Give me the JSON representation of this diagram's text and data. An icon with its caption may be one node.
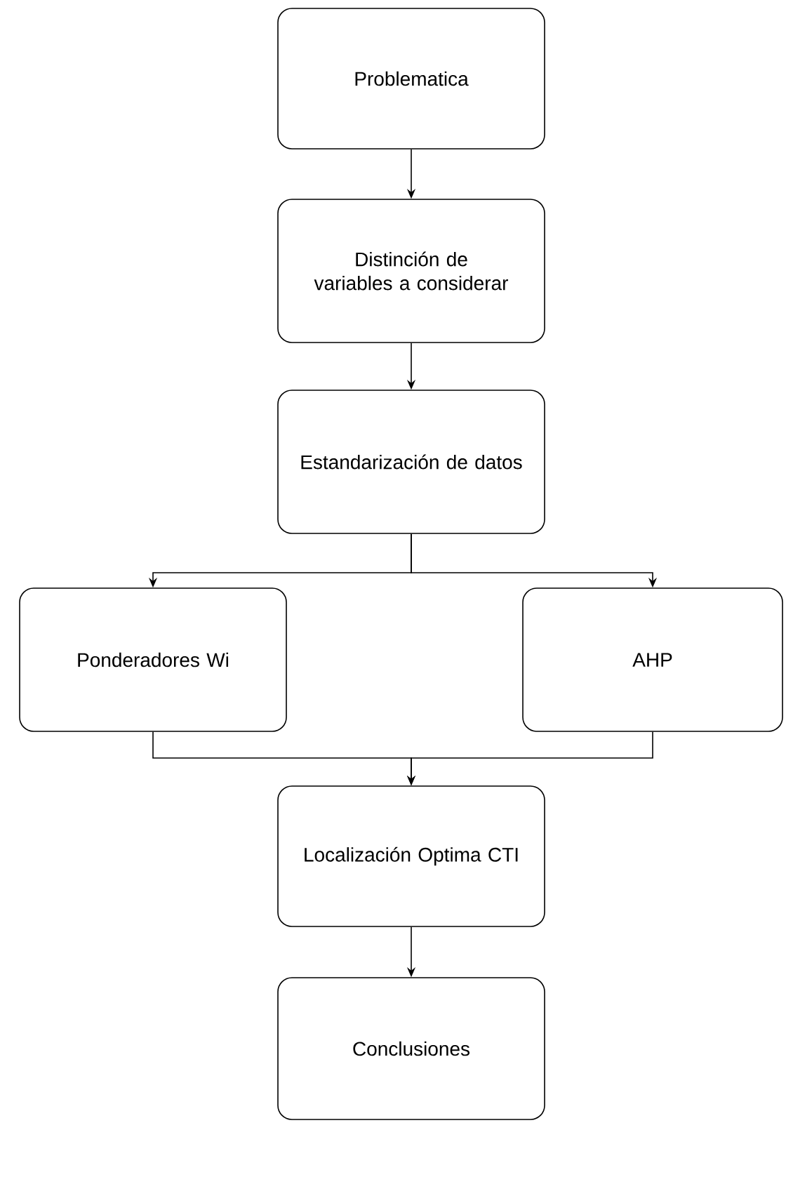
{
  "diagram": {
    "nodes": [
      {
        "text": [
          "Problematica"
        ]
      },
      {
        "text": [
          "Distinción de variables a considerar"
        ]
      },
      {
        "text": [
          "Estandarización de datos"
        ]
      },
      {
        "text": [
          "Ponderadores Wi"
        ]
      },
      {
        "text": [
          "AHP"
        ]
      },
      {
        "text": [
          "Localización Optima CTI"
        ]
      },
      {
        "text": [
          "Conclusiones"
        ]
      }
    ],
    "edges": [
      {
        "from": 0,
        "to": 1,
        "arrow": "to"
      },
      {
        "from": 1,
        "to": 2,
        "arrow": "to"
      },
      {
        "from": 2,
        "to": 3,
        "arrow": "to"
      },
      {
        "from": 2,
        "to": 4,
        "arrow": "to"
      },
      {
        "from": 3,
        "to": 5,
        "arrow": "to"
      },
      {
        "from": 4,
        "to": 5,
        "arrow": "to"
      },
      {
        "from": 5,
        "to": 6,
        "arrow": "to"
      }
    ]
  }
}
